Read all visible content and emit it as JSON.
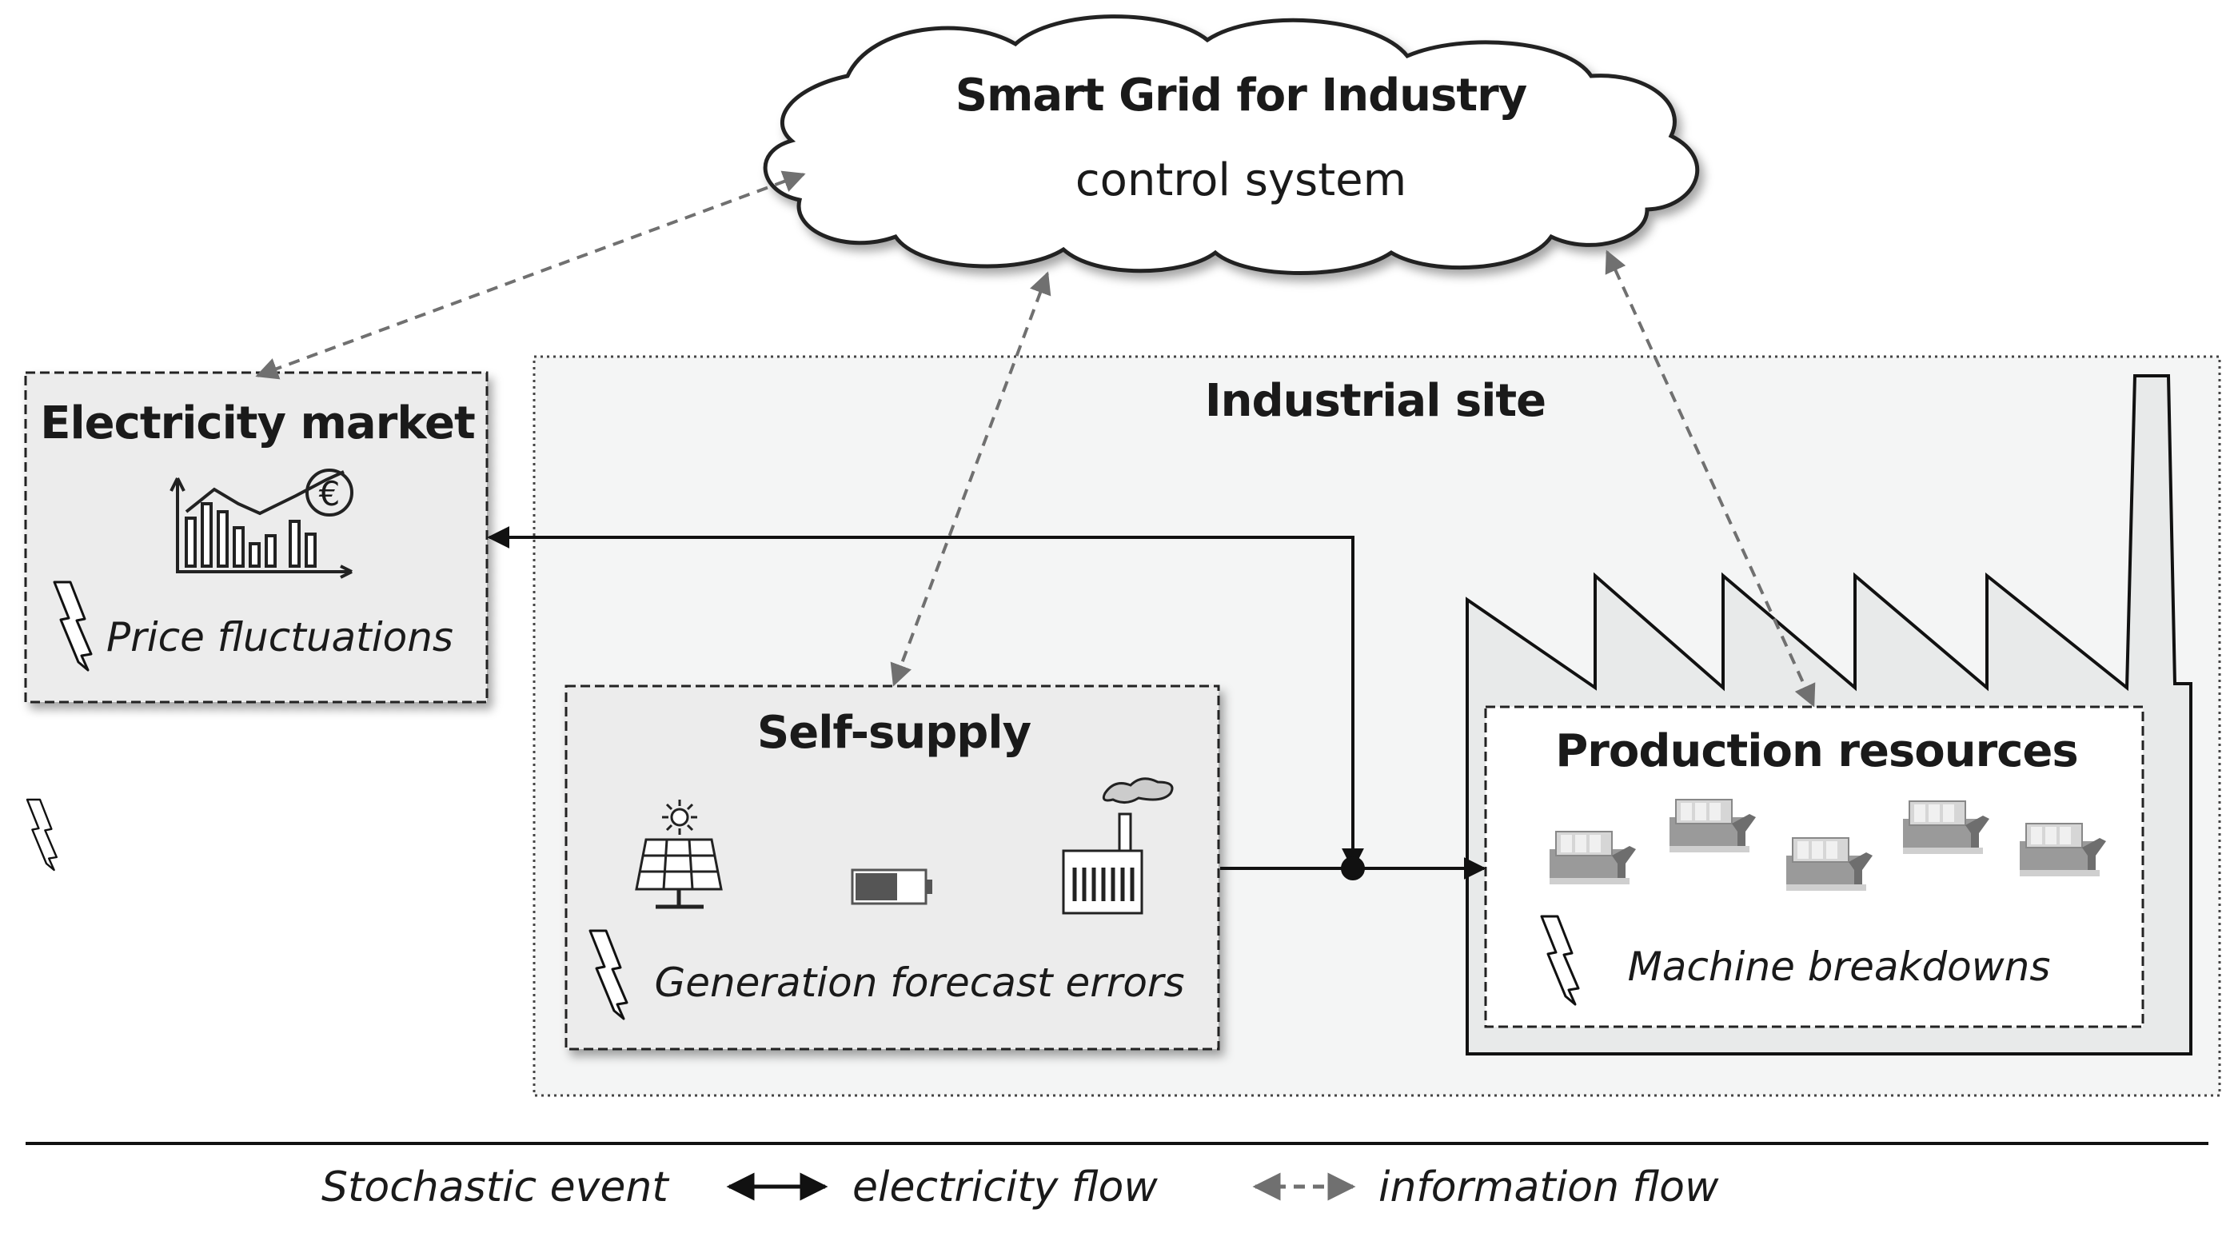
{
  "cloud": {
    "title": "Smart Grid for Industry",
    "subtitle": "control system"
  },
  "site": {
    "label": "Industrial site"
  },
  "market": {
    "title": "Electricity market",
    "event": "Price fluctuations",
    "currency_symbol": "€"
  },
  "self_supply": {
    "title": "Self-supply",
    "event": "Generation  forecast errors"
  },
  "production": {
    "title": "Production resources",
    "event": "Machine breakdowns"
  },
  "legend": {
    "stochastic": "Stochastic event",
    "electricity": "electricity  flow",
    "information": "information  flow"
  },
  "colors": {
    "box_fill": "#ececec",
    "site_fill": "#f4f5f5",
    "info_arrow": "#707070",
    "line": "#111111"
  }
}
